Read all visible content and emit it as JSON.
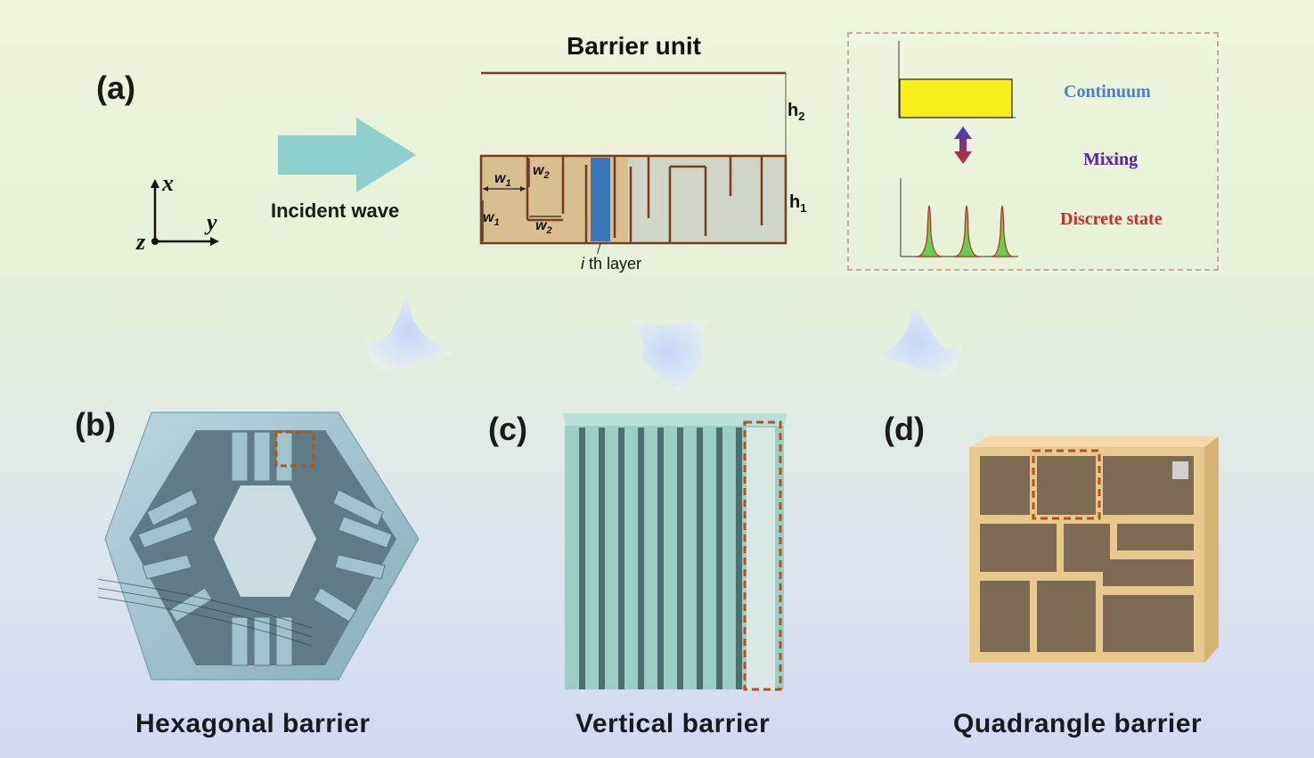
{
  "panel_a": {
    "letter": "(a)",
    "axes": {
      "x": "x",
      "y": "y",
      "z": "z"
    },
    "incident_wave": "Incident wave",
    "barrier_unit": {
      "title": "Barrier unit",
      "h1": "h",
      "h1_sub": "1",
      "h2": "h",
      "h2_sub": "2",
      "w1": "w",
      "w1_sub": "1",
      "w2": "w",
      "w2_sub": "2",
      "layer_italic": "i",
      "layer_text": " th layer"
    },
    "spectrum": {
      "continuum": "Continuum",
      "mixing": "Mixing",
      "discrete": "Discrete state",
      "continuum_color": "#4a7fd6",
      "mixing_color": "#2a2ab0",
      "discrete_color": "#cc2b2b",
      "band_color": "#f7ef1a",
      "peak_color": "#5fd24a"
    }
  },
  "panel_b": {
    "letter": "(b)",
    "caption": "Hexagonal barrier"
  },
  "panel_c": {
    "letter": "(c)",
    "caption": "Vertical barrier"
  },
  "panel_d": {
    "letter": "(d)",
    "caption": "Quadrangle barrier"
  },
  "colors": {
    "wave_arrow": "#8fd0cc",
    "unit_fill": "#d9bf8f",
    "unit_line": "#7a3b1f",
    "unit_region2": "#cfd6c8",
    "layer_blue": "#3b77b8",
    "hex_body": "#a8cad4",
    "vert_body": "#9ccfc4",
    "quad_body": "#e9c88e",
    "dashed": "#b3541e"
  }
}
